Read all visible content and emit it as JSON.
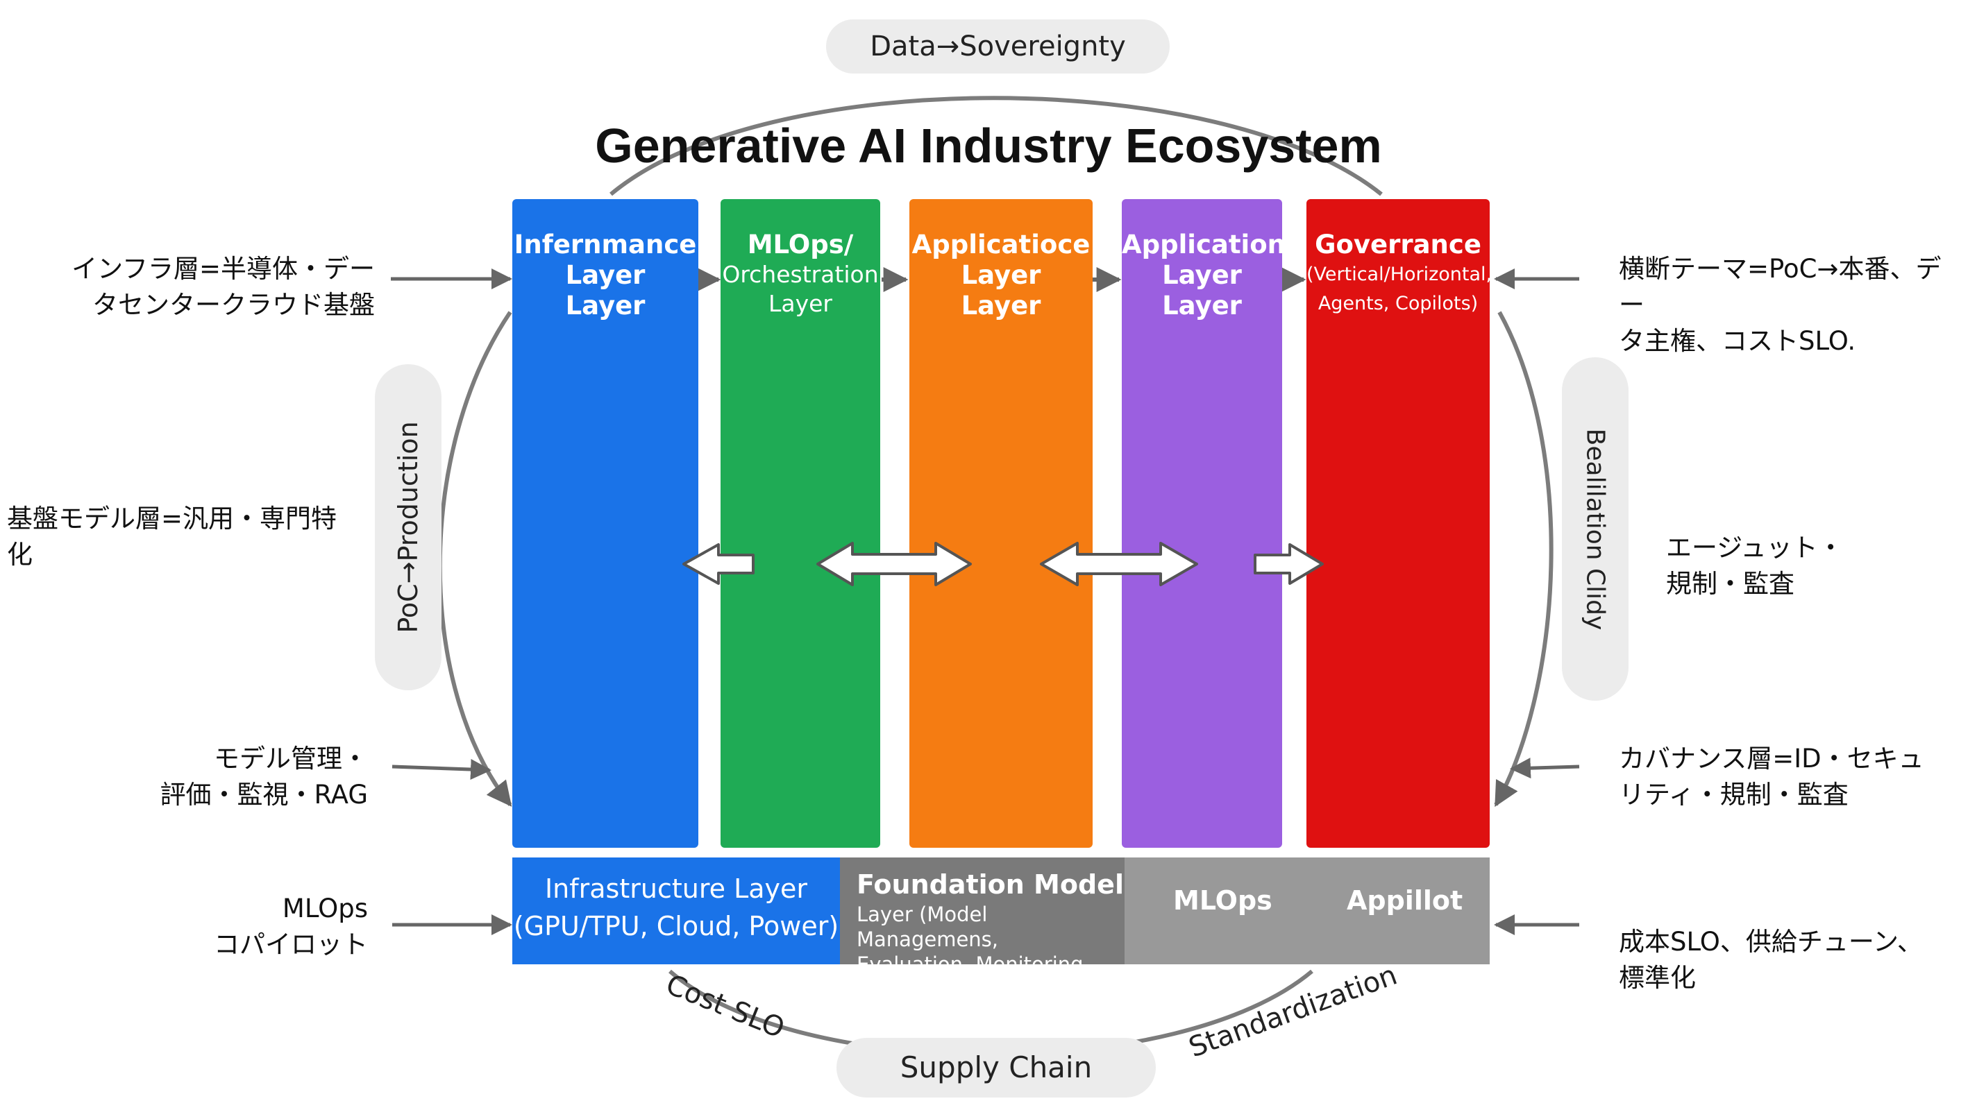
{
  "title": "Generative AI Industry Ecosystem",
  "pills": {
    "top": "Data→Sovereignty",
    "bottom": "Supply Chain",
    "left": "PoC→Production",
    "right": "Bealilation Clidy"
  },
  "curve_labels": {
    "cost": "Cost SLO",
    "standardization": "Standardization"
  },
  "columns": [
    {
      "lines": [
        "Infernmance",
        "Layer",
        "Layer"
      ],
      "color": "#1a73e8"
    },
    {
      "lines": [
        "MLOps/",
        "Orchestration",
        "Layer"
      ],
      "color": "#1fab55"
    },
    {
      "lines": [
        "Applicatioce",
        "Layer",
        "Layer"
      ],
      "color": "#f57c12"
    },
    {
      "lines": [
        "Application",
        "Layer",
        "Layer"
      ],
      "color": "#9b5fe0"
    },
    {
      "lines": [
        "Goverrance",
        "(Vertical/Horizontal,",
        "Agents, Copilots)"
      ],
      "color": "#df1111"
    }
  ],
  "bands": {
    "infra": {
      "line1": "Infrastructure Layer",
      "line2": "(GPU/TPU, Cloud, Power)"
    },
    "foundation": {
      "line1": "Foundation Model",
      "line2": "Layer (Model Managemens,",
      "line3": "Evaluation, Monitoring, RAG)"
    },
    "mlops": "MLOps",
    "appillot": "Appillot"
  },
  "left_notes": [
    {
      "lines": [
        "インフラ層=半導体・デー",
        "タセンタークラウド基盤"
      ]
    },
    {
      "lines": [
        "基盤モデル層=汎用・専門特",
        "化"
      ]
    },
    {
      "lines": [
        "モデル管理・",
        "評価・監視・RAG"
      ]
    },
    {
      "lines": [
        "MLOps",
        "コパイロット"
      ]
    }
  ],
  "right_notes": [
    {
      "lines": [
        "横断テーマ=PoC→本番、デー",
        "タ主権、コストSLO."
      ]
    },
    {
      "lines": [
        "エージュット・",
        "規制・監査"
      ]
    },
    {
      "lines": [
        "カバナンス層=ID・セキュ",
        "リティ・規制・監査"
      ]
    },
    {
      "lines": [
        "成本SLO、供給チューン、",
        "標準化"
      ]
    }
  ],
  "colors": {
    "foundation_band": "#7a7a7a",
    "right_band": "#999999",
    "arrow": "#666666"
  }
}
